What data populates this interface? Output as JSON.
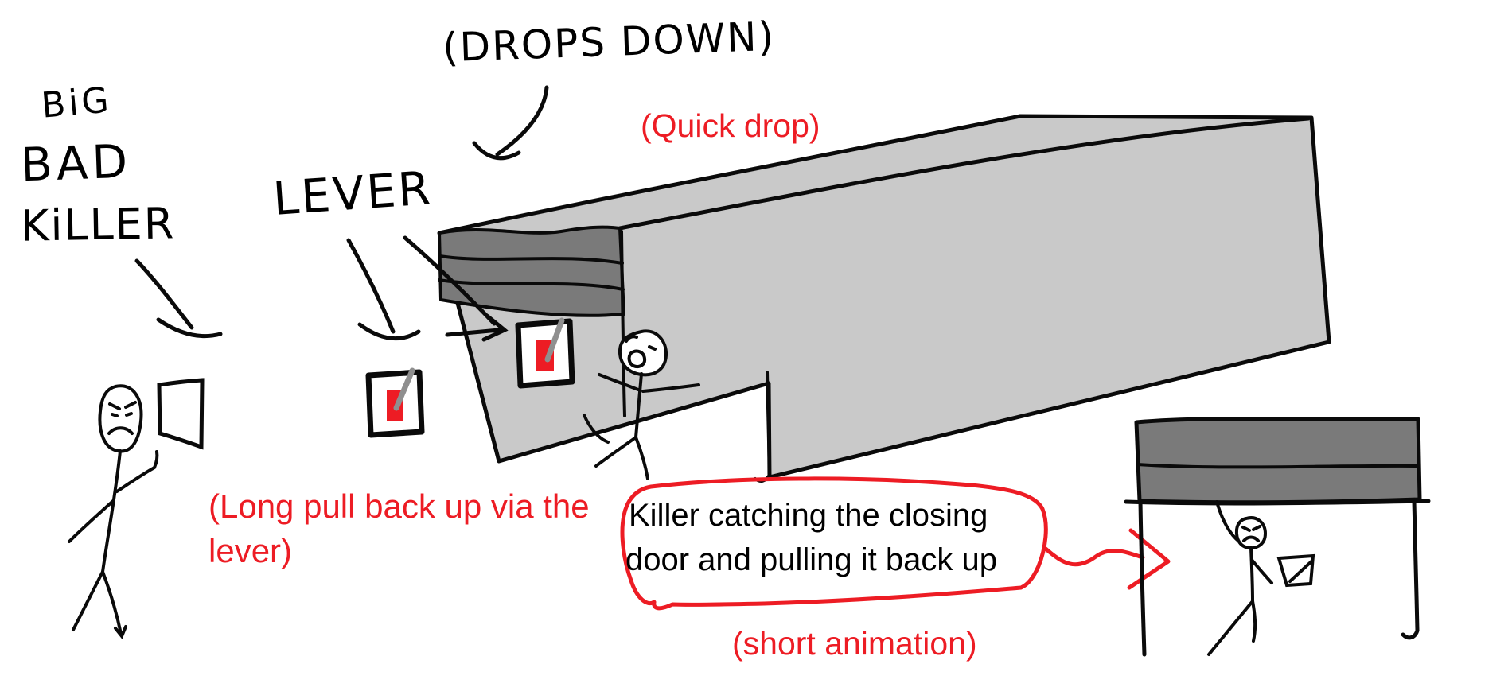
{
  "type": "hand_drawn_game_design_sketch",
  "background": "#ffffff",
  "colors": {
    "ink": "#000000",
    "red_accent": "#ed1c24",
    "box_light_gray": "#c9c9c9",
    "door_dark_gray": "#7a7a7a",
    "lever_handle_gray": "#8f8f8f",
    "lever_plate_red": "#ed1c24"
  },
  "annotations": {
    "killer_label": {
      "line1": "BiG",
      "line2": "BAD",
      "line3": "KiLLER"
    },
    "drops_down_label": "(DROPS DOWN)",
    "quick_drop_note": "(Quick drop)",
    "lever_label": "LEVER",
    "long_pull_note": {
      "line1": "(Long pull back up via the",
      "line2": "lever)"
    },
    "bubble_note": {
      "line1": "Killer catching the closing",
      "line2": "door and pulling it back up"
    },
    "short_animation_note": "(short animation)"
  },
  "figures": {
    "left_stick_figure": "big bad killer holding door panel",
    "garage_box": "large gray garage with partially dropped dark door",
    "wall_lever": "lever switch on garage wall",
    "floating_lever": "lever switch outside garage",
    "doorway_stick_figure": "killer screaming in doorway",
    "second_scene": "killer catching closing door from below"
  }
}
